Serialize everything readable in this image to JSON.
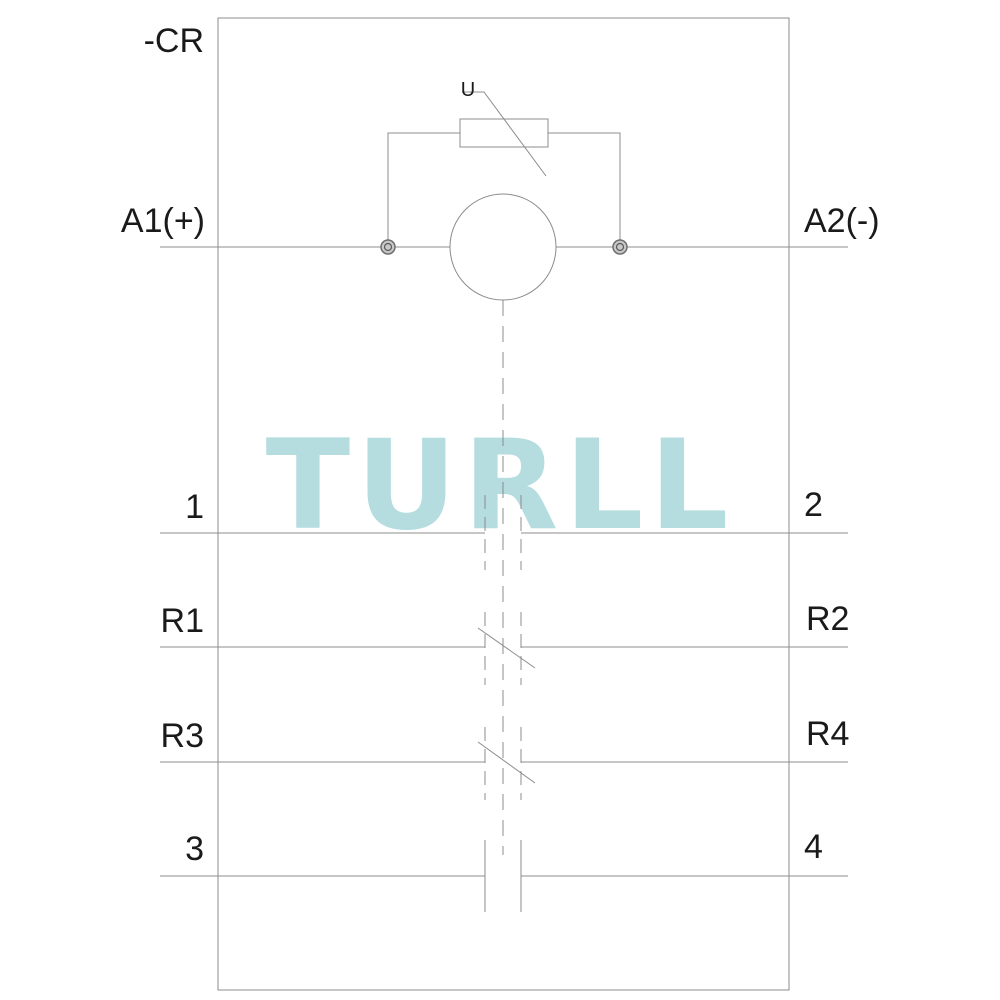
{
  "component": {
    "designation": "-CR"
  },
  "coil": {
    "varistor_label": "U",
    "terminal_left": "A1(+)",
    "terminal_right": "A2(-)"
  },
  "contacts": [
    {
      "left": "1",
      "right": "2",
      "type": "normally-open"
    },
    {
      "left": "R1",
      "right": "R2",
      "type": "normally-closed"
    },
    {
      "left": "R3",
      "right": "R4",
      "type": "normally-closed"
    },
    {
      "left": "3",
      "right": "4",
      "type": "normally-open"
    }
  ],
  "watermark": {
    "text": "TURLL",
    "color": "#b5dde0"
  },
  "colors": {
    "line": "#8c8c8c",
    "text": "#1a1a1a",
    "terminal": "#9a9a9a"
  }
}
